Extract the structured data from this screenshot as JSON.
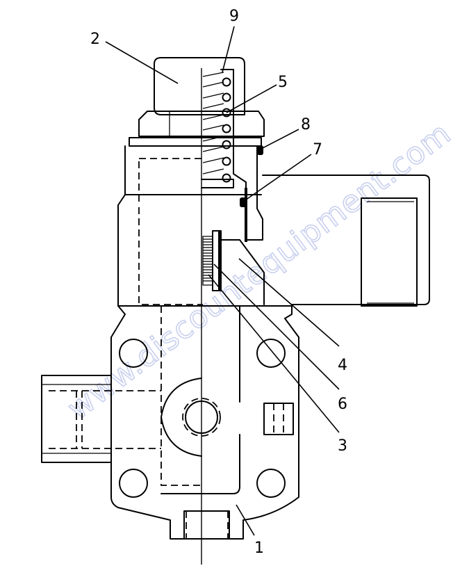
{
  "callouts": [
    "1",
    "2",
    "3",
    "4",
    "5",
    "6",
    "7",
    "8",
    "9"
  ],
  "watermark": "www.discountequipment.com",
  "colors": {
    "line": "#000000",
    "watermark": "#c9d0ee",
    "background": "#ffffff"
  }
}
